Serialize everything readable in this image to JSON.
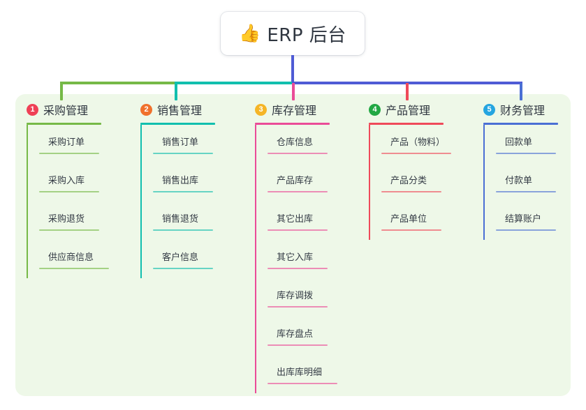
{
  "diagram": {
    "type": "mind-map",
    "root": {
      "icon": "thumbs-up-icon",
      "emoji": "👍",
      "title": "ERP 后台"
    },
    "panel_color": "#eef8e8",
    "branches": [
      {
        "number": "1",
        "title": "采购管理",
        "badge_color": "#ef4056",
        "line_color": "#76b947",
        "children": [
          "采购订单",
          "采购入库",
          "采购退货",
          "供应商信息"
        ]
      },
      {
        "number": "2",
        "title": "销售管理",
        "badge_color": "#f0712c",
        "line_color": "#11bfae",
        "children": [
          "销售订单",
          "销售出库",
          "销售退货",
          "客户信息"
        ]
      },
      {
        "number": "3",
        "title": "库存管理",
        "badge_color": "#f5b526",
        "line_color": "#ea4c98",
        "children": [
          "仓库信息",
          "产品库存",
          "其它出库",
          "其它入库",
          "库存调拨",
          "库存盘点",
          "出库库明细"
        ]
      },
      {
        "number": "4",
        "title": "产品管理",
        "badge_color": "#22a844",
        "line_color": "#ef4a5a",
        "children": [
          "产品（物料）",
          "产品分类",
          "产品单位"
        ]
      },
      {
        "number": "5",
        "title": "财务管理",
        "badge_color": "#25a5e0",
        "line_color": "#4a6fd4",
        "children": [
          "回款单",
          "付款单",
          "结算账户"
        ]
      }
    ]
  }
}
